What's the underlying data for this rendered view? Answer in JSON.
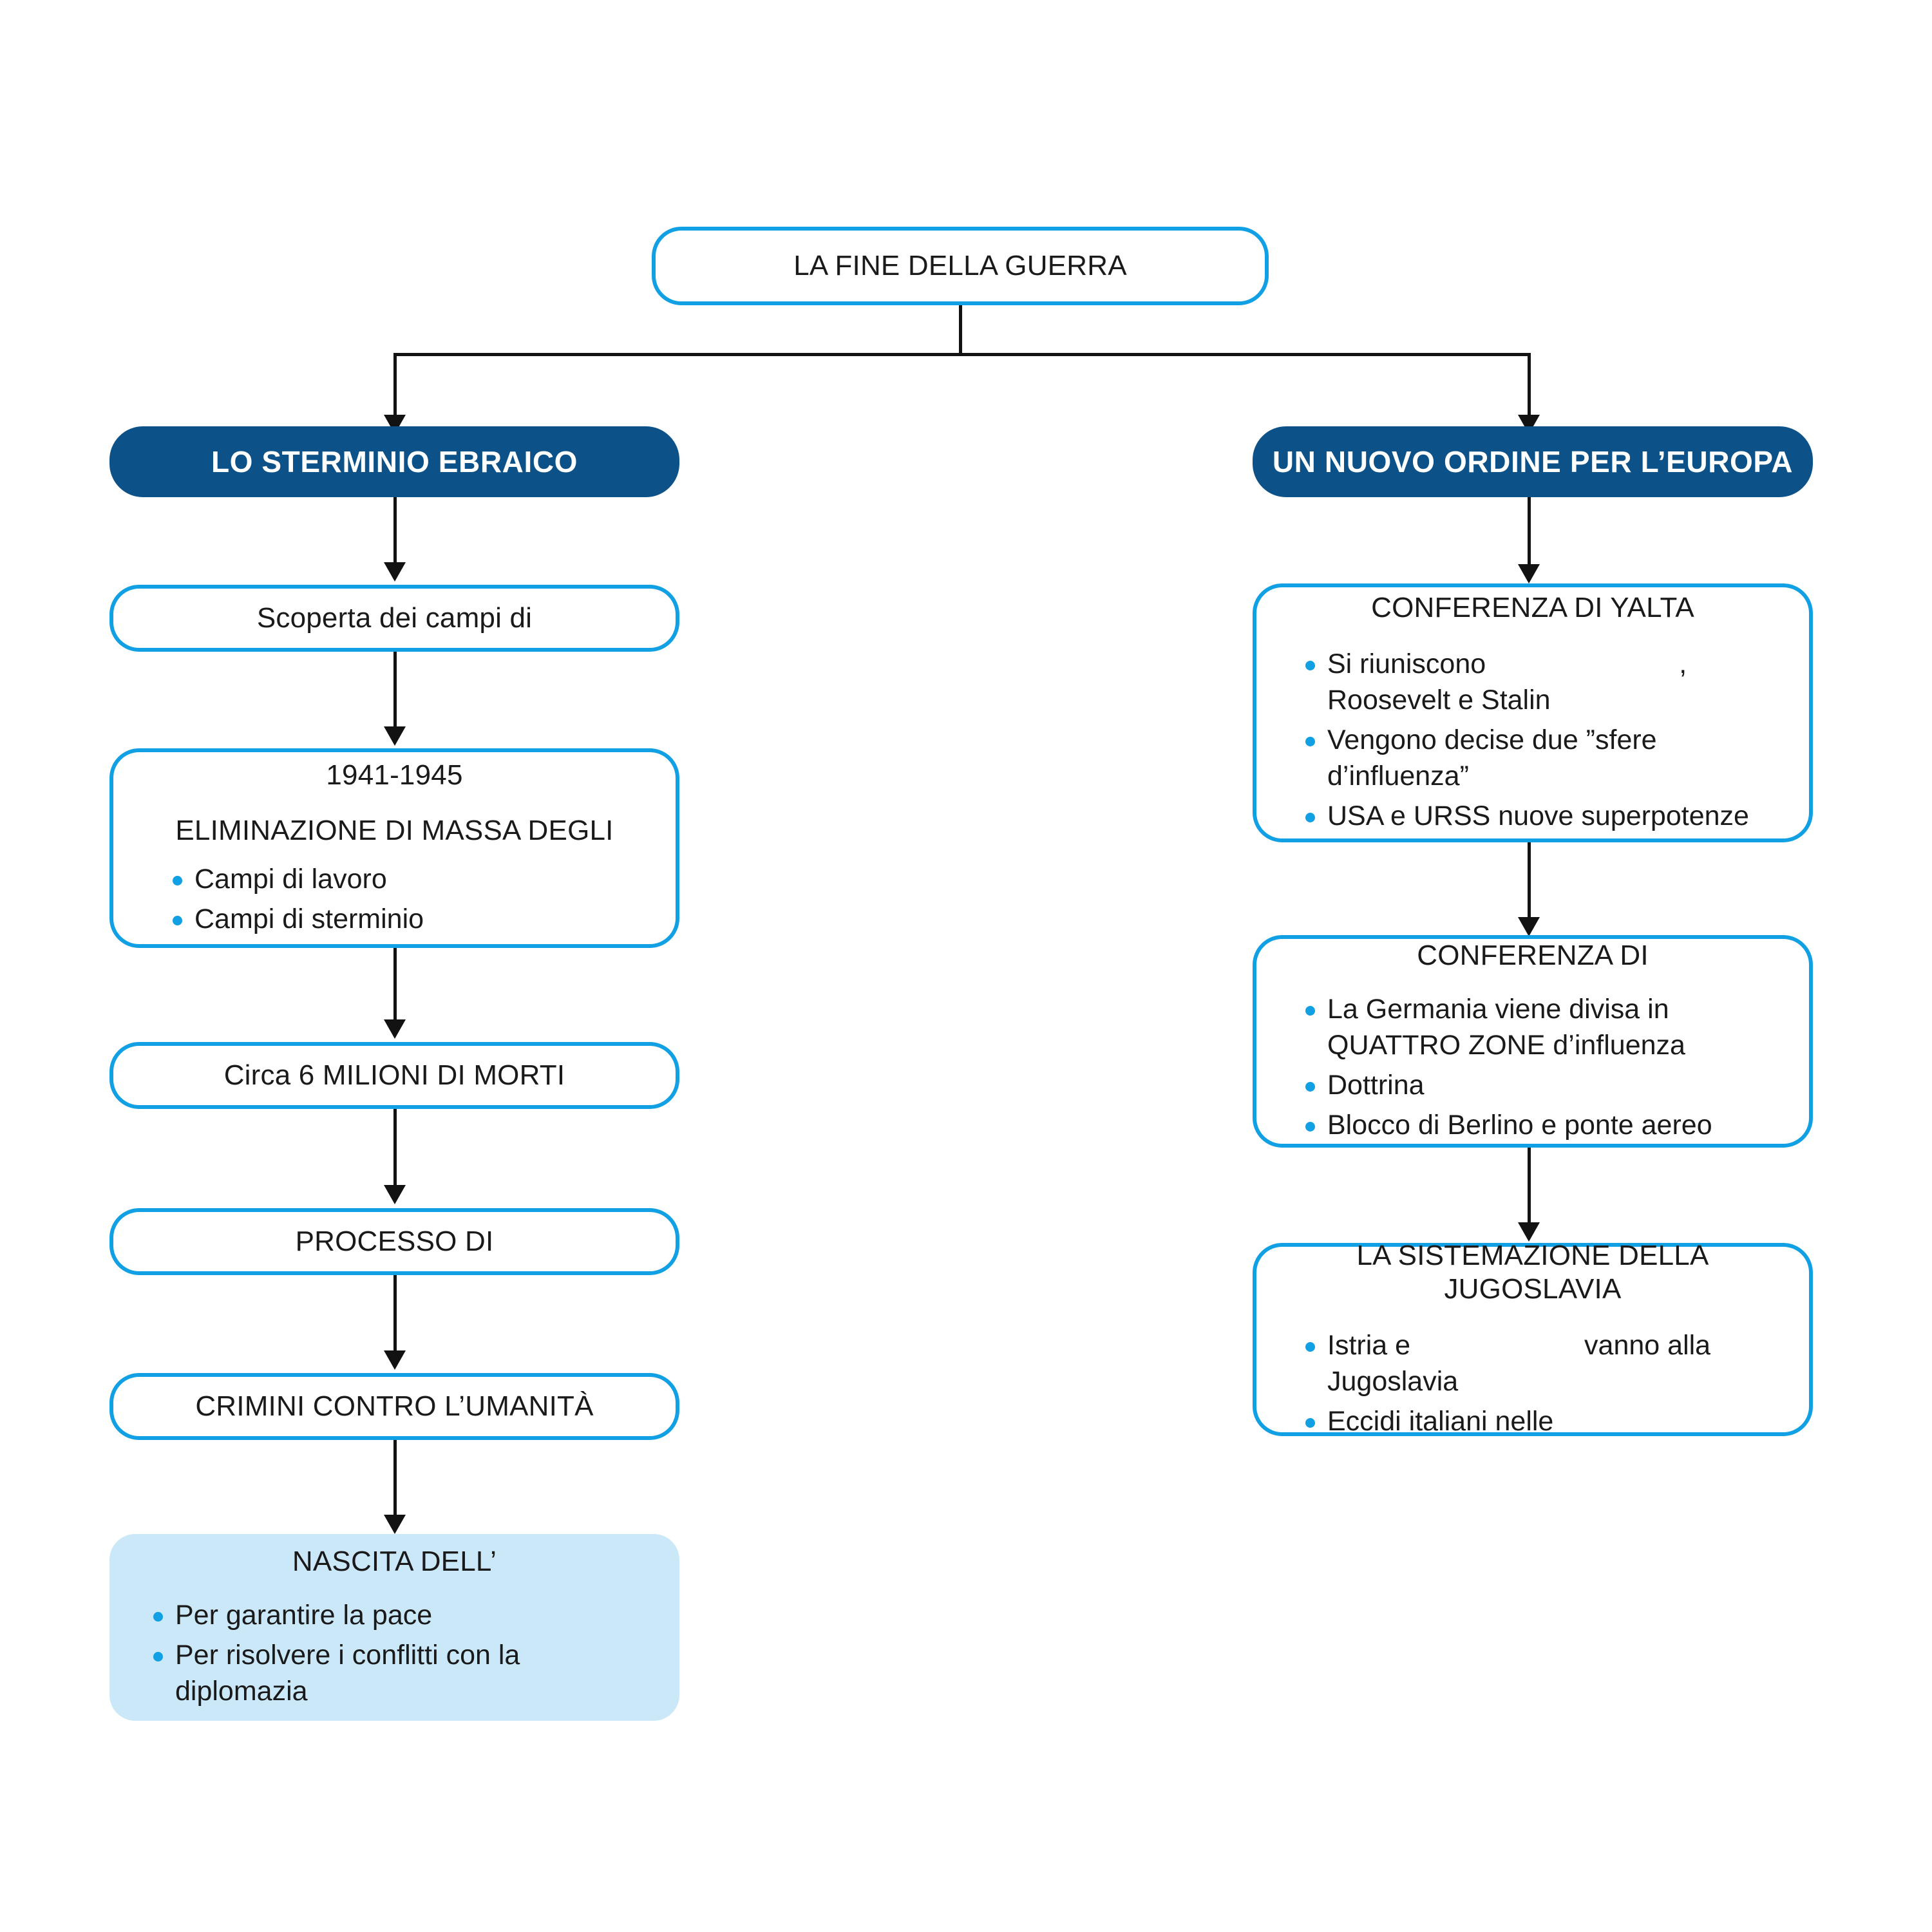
{
  "diagram": {
    "title": "LA FINE DELLA GUERRA",
    "colors": {
      "outline_blue": "#12a0e5",
      "header_fill": "#0c5289",
      "tint_fill": "#cbe8f9",
      "connector": "#121212",
      "bullet": "#12a0e5"
    },
    "root": {
      "label": "LA FINE DELLA GUERRA"
    },
    "left_branch": {
      "header": "LO STERMINIO EBRAICO",
      "nodes": [
        {
          "title": "Scoperta dei campi di",
          "bullets": []
        },
        {
          "title": "1941-1945",
          "subtitle": "ELIMINAZIONE DI MASSA DEGLI",
          "bullets": [
            "Campi di lavoro",
            "Campi di sterminio"
          ]
        },
        {
          "title": "Circa 6 MILIONI DI MORTI",
          "bullets": []
        },
        {
          "title": "PROCESSO DI",
          "bullets": []
        },
        {
          "title": "CRIMINI CONTRO L’UMANITÀ",
          "bullets": []
        },
        {
          "title": "NASCITA DELL’",
          "bullets": [
            "Per garantire la pace",
            "Per risolvere i conflitti con la diplomazia"
          ]
        }
      ]
    },
    "right_branch": {
      "header": "UN NUOVO ORDINE PER L’EUROPA",
      "nodes": [
        {
          "title": "CONFERENZA DI YALTA",
          "bullets_parts": [
            {
              "pre": "Si riuniscono",
              "blank": true,
              "post": ", Roosevelt e Stalin"
            },
            {
              "pre": "Vengono decise due ”sfere d’influenza”",
              "blank": false,
              "post": ""
            },
            {
              "pre": "USA e URSS nuove superpotenze",
              "blank": false,
              "post": ""
            }
          ]
        },
        {
          "title": "CONFERENZA DI",
          "bullets_parts": [
            {
              "pre": "La Germania viene divisa in QUATTRO ZONE d’influenza",
              "blank": false,
              "post": ""
            },
            {
              "pre": "Dottrina",
              "blank": false,
              "post": ""
            },
            {
              "pre": "Blocco di Berlino e ponte aereo",
              "blank": false,
              "post": ""
            }
          ]
        },
        {
          "title": "LA SISTEMAZIONE DELLA JUGOSLAVIA",
          "bullets_parts": [
            {
              "pre": "Istria e",
              "blank": true,
              "post": "vanno alla Jugoslavia"
            },
            {
              "pre": "Eccidi italiani nelle",
              "blank": false,
              "post": ""
            }
          ]
        }
      ]
    }
  }
}
